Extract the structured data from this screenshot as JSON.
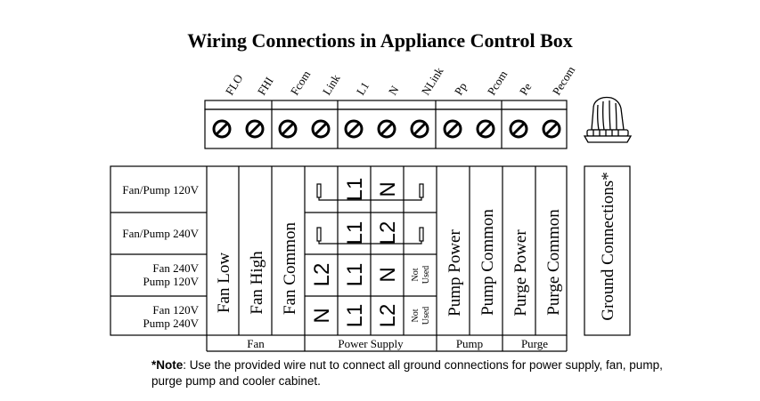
{
  "title": "Wiring Connections in Appliance Control Box",
  "terminals": [
    "FLO",
    "FHI",
    "Fcom",
    "Link",
    "L1",
    "N",
    "NLink",
    "Pp",
    "Pcom",
    "Pe",
    "Pecom"
  ],
  "rows": [
    "Fan/Pump 120V",
    "Fan/Pump 240V",
    "Fan 240V Pump 120V",
    "Fan 120V Pump 240V"
  ],
  "columns": {
    "fan_low": "Fan Low",
    "fan_high": "Fan High",
    "fan_common": "Fan Common",
    "pump_power": "Pump Power",
    "pump_common": "Pump Common",
    "purge_power": "Purge Power",
    "purge_common": "Purge Common"
  },
  "ground": "Ground Connections*",
  "groups": [
    "Fan",
    "Power Supply",
    "Pump",
    "Purge"
  ],
  "supply": {
    "r1": [
      "L1",
      "N"
    ],
    "r2": [
      "L1",
      "L2"
    ],
    "r3": [
      "L2",
      "L1",
      "N"
    ],
    "r4": [
      "N",
      "L1",
      "L2"
    ],
    "not_used_line1": "Not",
    "not_used_line2": "Used"
  },
  "note": {
    "label": "*Note",
    "text": ": Use the provided wire nut to connect all ground connections for power supply, fan, pump, purge pump and cooler cabinet."
  }
}
